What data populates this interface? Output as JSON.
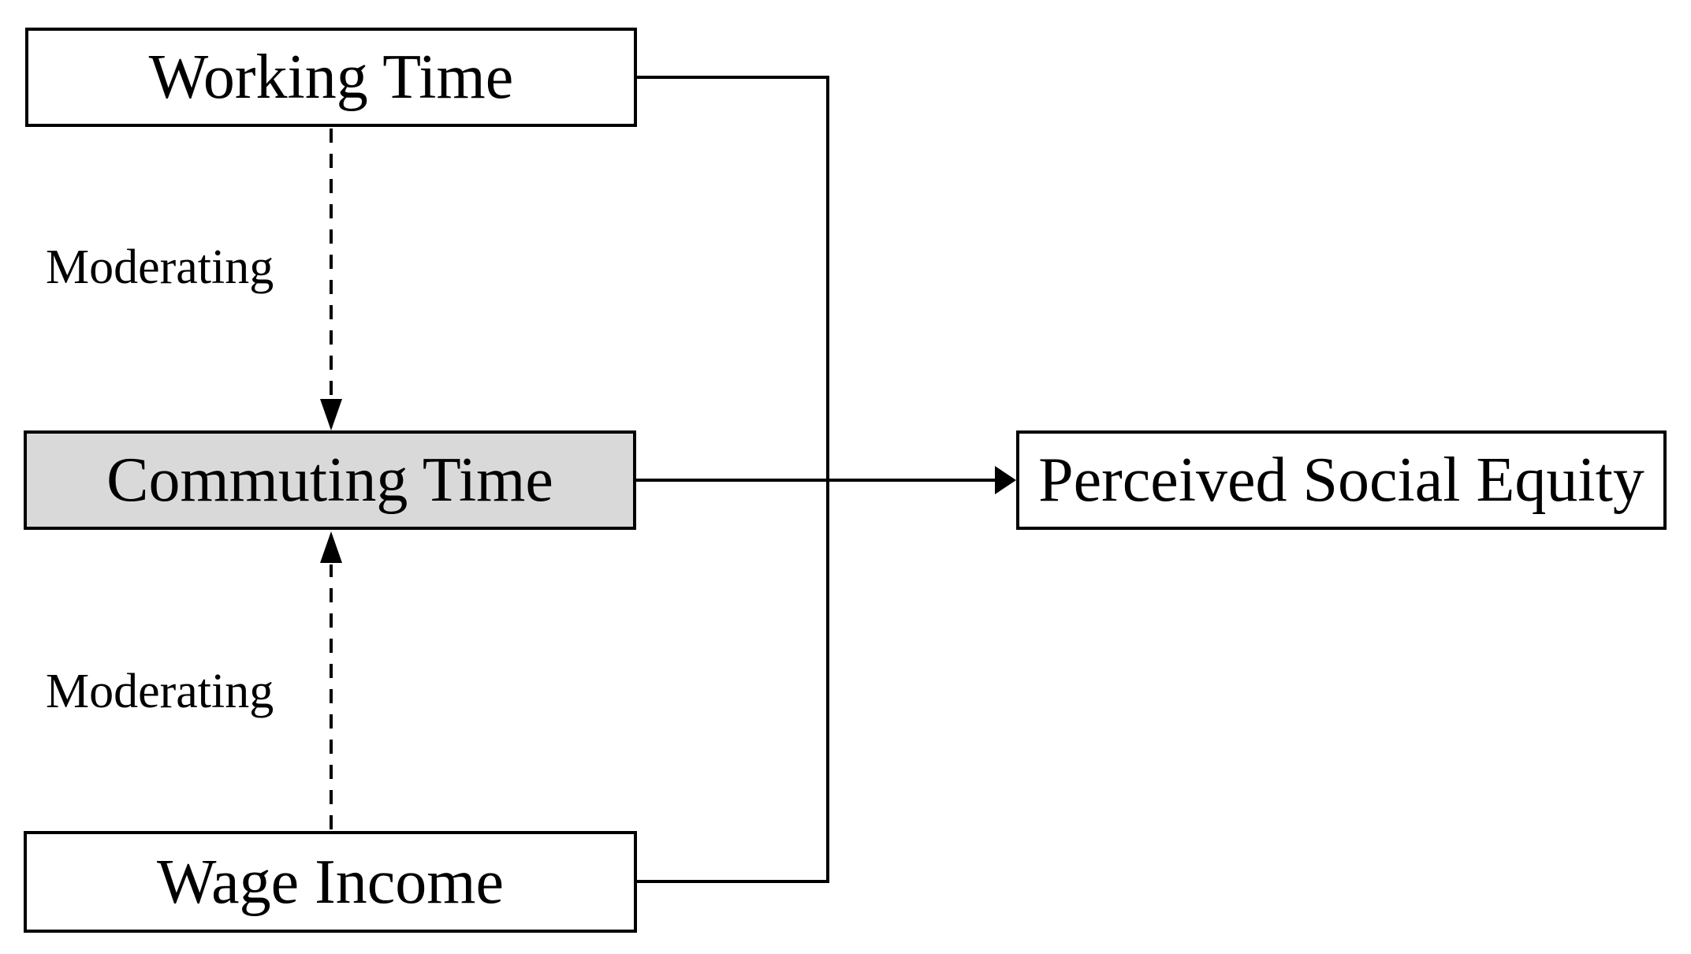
{
  "nodes": {
    "working_time": {
      "label": "Working Time"
    },
    "commuting_time": {
      "label": "Commuting Time"
    },
    "wage_income": {
      "label": "Wage Income"
    },
    "perceived_social_equity": {
      "label": "Perceived Social Equity"
    }
  },
  "edge_labels": {
    "moderating_top": "Moderating",
    "moderating_bottom": "Moderating"
  },
  "colors": {
    "background": "#ffffff",
    "line": "#000000",
    "box_border": "#000000",
    "box_fill": "#ffffff",
    "highlight_fill": "#d9d9d9",
    "text": "#000000"
  }
}
